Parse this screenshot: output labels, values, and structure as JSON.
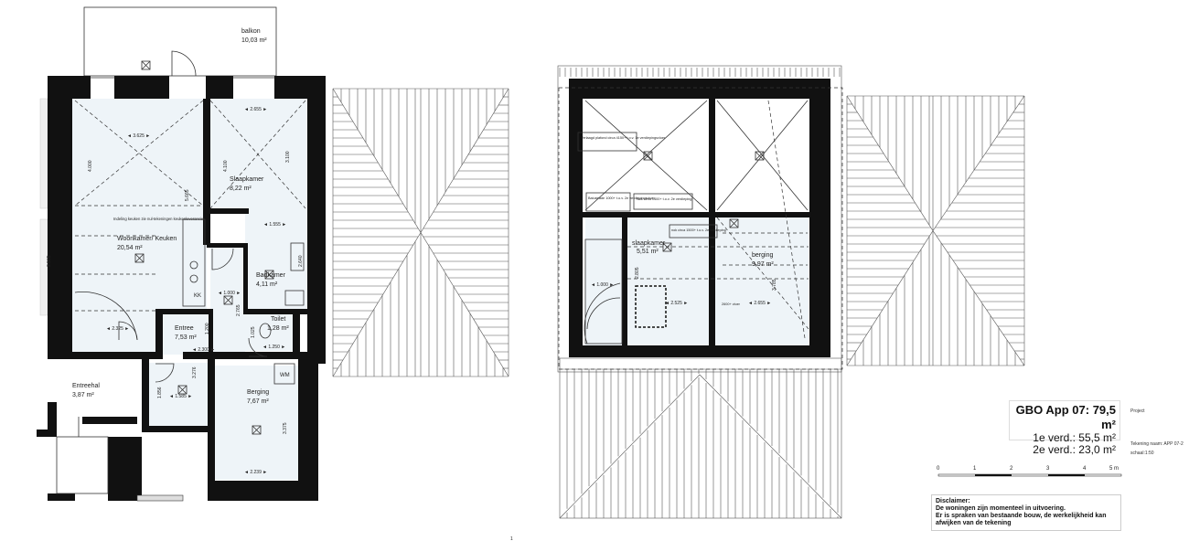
{
  "plan1": {
    "rooms": [
      {
        "name": "balkon",
        "area": "10,03 m²"
      },
      {
        "name": "Slaapkamer",
        "area": "8,22 m²"
      },
      {
        "name": "Woonkamer/ Keuken",
        "area": "20,54 m²"
      },
      {
        "name": "Badkamer",
        "area": "4,11 m²"
      },
      {
        "name": "Toilet",
        "area": "1,28 m²"
      },
      {
        "name": "Entree",
        "area": "7,53 m²"
      },
      {
        "name": "Entreehal",
        "area": "3,87 m²"
      },
      {
        "name": "Berging",
        "area": "7,67 m²"
      }
    ],
    "note": "Indeling keuken zie nul-tekeningen keukenleverancier",
    "dims": [
      "◄ 3.625 ►",
      "◄ 2.655 ►",
      "4.000",
      "4.100",
      "3.100",
      "5.665",
      "◄ 1.555 ►",
      "2.640",
      "◄ 1.000 ►",
      "2.765",
      "◄ 2.325 ►",
      "1.200",
      "◄ 2.300 ►",
      "1.025",
      "◄ 1.250 ►",
      "3.276",
      "1.856",
      "◄ 1.585 ►",
      "3.375",
      "◄ 2.239 ►",
      "2.505"
    ],
    "labels": {
      "kk": "KK",
      "wm": "WM"
    }
  },
  "plan2": {
    "rooms": [
      {
        "name": "slaapkamer",
        "area": "5,51 m²"
      },
      {
        "name": "berging",
        "area": "9,97 m²"
      }
    ],
    "notes": [
      "Verlaagd plafond circa 4150+ t.o.v. 1e verdiepingsvloer",
      "Balustrade 1000+ t.o.v. 2e verdiepingsvloer",
      "Nok circa 1400+ t.o.v. 2e verdieping",
      "nok circa 1500+ t.o.v. 2e verdieping"
    ],
    "dims": [
      "◄ 1.000 ►",
      "◄ 2.525 ►",
      "◄ 2.655 ►",
      "3.785",
      "2600+ vloer",
      "2.805"
    ]
  },
  "summary": {
    "title": "GBO App 07: 79,5 m²",
    "line1": "1e verd.: 55,5 m²",
    "line2": "2e verd.: 23,0 m²"
  },
  "meta": {
    "project_label": "Project",
    "drawing_name": "Tekening naam: APP 07-2",
    "scale": "schaal:1:50"
  },
  "scalebar": {
    "ticks": [
      "0",
      "1",
      "2",
      "3",
      "4",
      "5 m"
    ]
  },
  "disclaimer": {
    "title": "Disclaimer:",
    "line1": "De woningen zijn momenteel in uitvoering.",
    "line2": "Er is spraken van bestaande bouw, de werkelijkheid kan",
    "line3": "afwijken van de tekening"
  },
  "page": {
    "marker": "1"
  }
}
